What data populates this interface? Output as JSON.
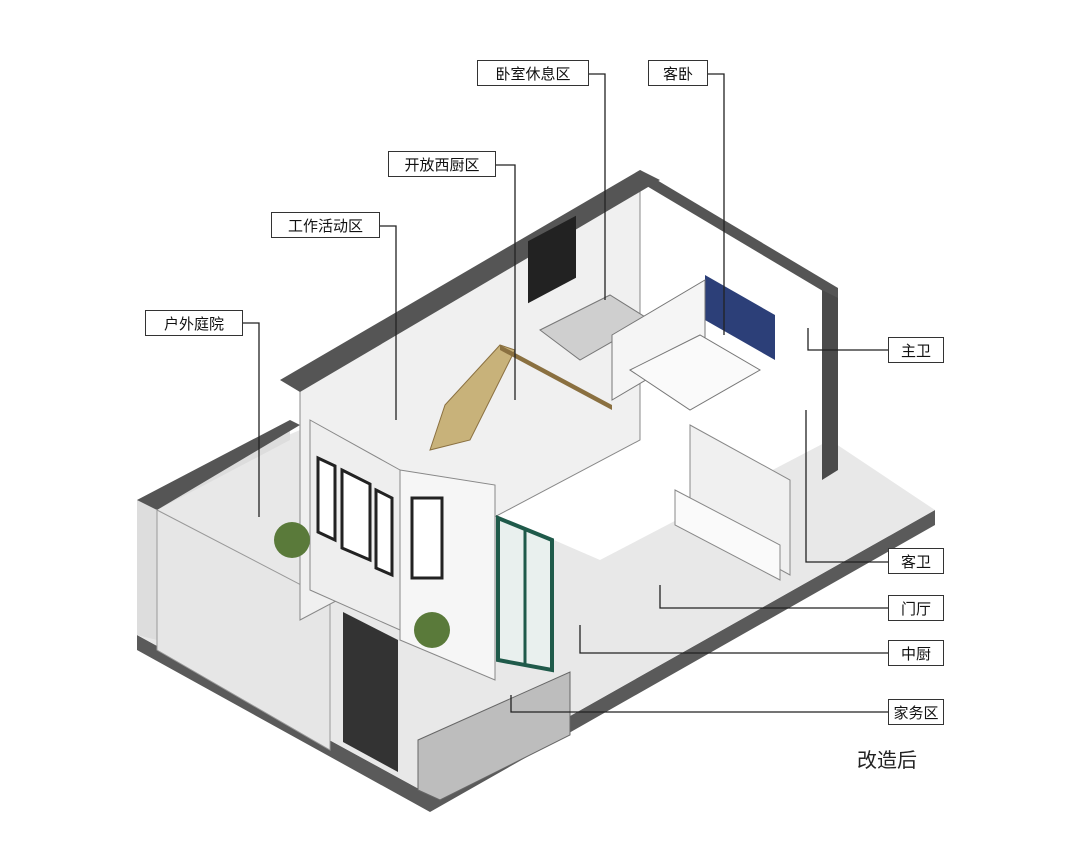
{
  "labels": {
    "bedroom_rest": "卧室休息区",
    "guest_bedroom": "客卧",
    "open_western_kitchen": "开放西厨区",
    "work_activity": "工作活动区",
    "outdoor_courtyard": "户外庭院",
    "master_bath": "主卫",
    "guest_bath": "客卫",
    "foyer": "门厅",
    "chinese_kitchen": "中厨",
    "housework_area": "家务区"
  },
  "caption": "改造后",
  "colors": {
    "wall_dark": "#555555",
    "floor": "#e9e9e9",
    "wall_light": "#f2f2f2",
    "door_green": "#1f5a4a",
    "accent_blue": "#2c3f78",
    "wood": "#c8b27a"
  }
}
